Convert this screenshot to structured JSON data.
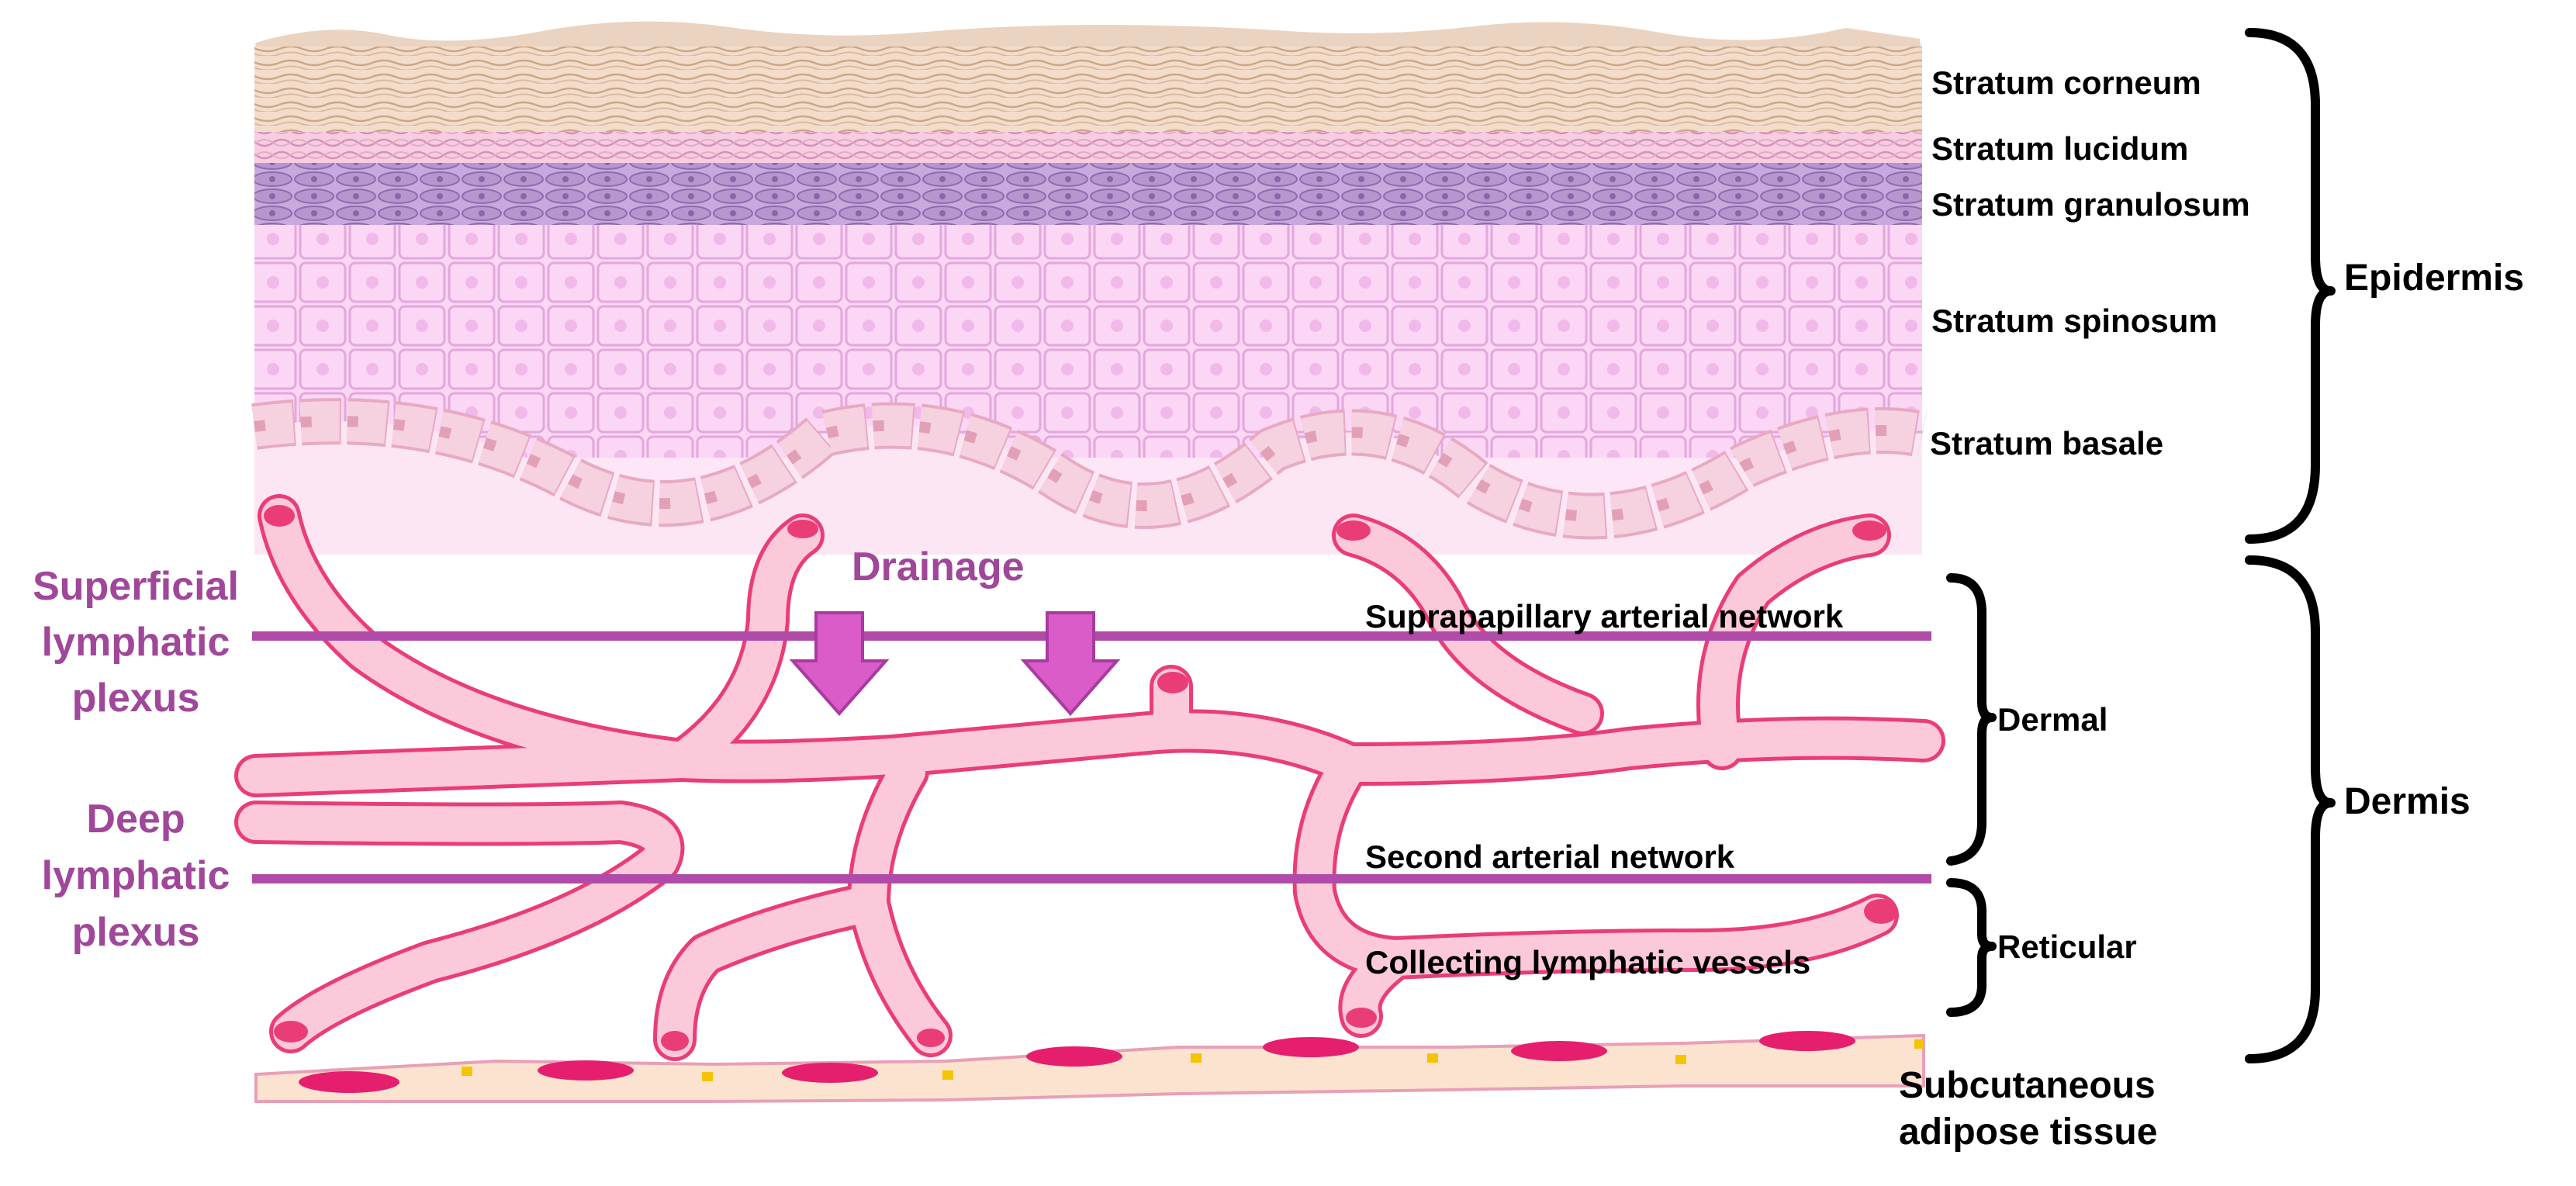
{
  "epidermis_layers": [
    "Stratum corneum",
    "Stratum lucidum",
    "Stratum granulosum",
    "Stratum spinosum",
    "Stratum basale"
  ],
  "regions": {
    "epidermis": "Epidermis",
    "dermis": "Dermis",
    "dermal": "Dermal",
    "reticular": "Reticular"
  },
  "networks": {
    "suprapapillary": "Suprapapillary arterial network",
    "second": "Second arterial network",
    "collecting": "Collecting lymphatic vessels"
  },
  "plexus": {
    "superficial": [
      "Superficial",
      "lymphatic",
      "plexus"
    ],
    "deep": [
      "Deep",
      "lymphatic",
      "plexus"
    ]
  },
  "drainage": "Drainage",
  "subcutaneous": [
    "Subcutaneous",
    "adipose tissue"
  ],
  "colors": {
    "vessel_fill": "#fbc9d9",
    "vessel_stroke": "#ea3d78",
    "plexus_line": "#b04ba8",
    "arrow": "#d95cc8",
    "label_purple": "#a0479a"
  }
}
